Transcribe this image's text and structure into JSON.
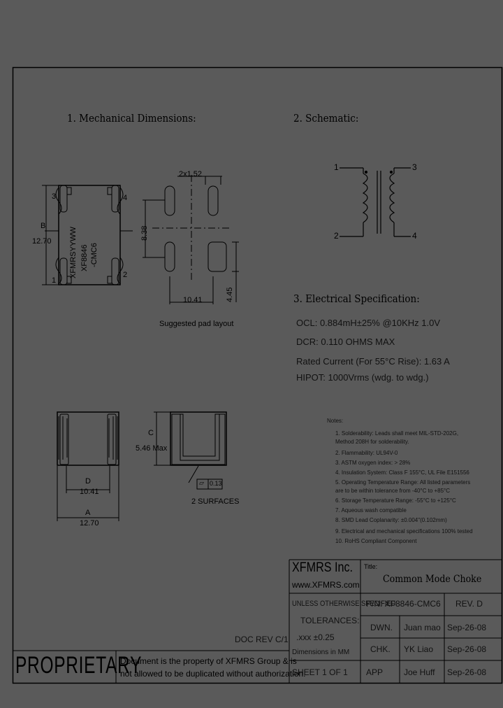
{
  "sections": {
    "mechanical": "1. Mechanical Dimensions:",
    "schematic": "2. Schematic:",
    "electrical": "3. Electrical Specification:"
  },
  "drawing": {
    "part_mark_line1": "XFMRSYYWW",
    "part_mark_line2": "XF8846",
    "part_mark_line3": "-CMC6",
    "dim_b_letter": "B",
    "dim_b_value": "12.70",
    "pin_1": "1",
    "pin_2": "2",
    "pin_3": "3",
    "pin_4": "4",
    "pad_pitch": "2x1.52",
    "pad_row_gap": "8.38",
    "pad_span": "10.41",
    "pad_height": "4.45",
    "pad_caption": "Suggested pad layout",
    "dim_d_letter": "D",
    "dim_d_value": "10.41",
    "dim_a_letter": "A",
    "dim_a_value": "12.70",
    "dim_c_letter": "C",
    "dim_c_value": "5.46 Max",
    "flatness_value": "0.13",
    "flatness_caption": "2 SURFACES"
  },
  "schematic": {
    "pin_1": "1",
    "pin_2": "2",
    "pin_3": "3",
    "pin_4": "4"
  },
  "electrical": [
    "OCL: 0.884mH±25% @10KHz 1.0V",
    "DCR: 0.110 OHMS MAX",
    "Rated Current (For 55°C Rise): 1.63 A",
    "HIPOT: 1000Vrms (wdg. to wdg.)"
  ],
  "notes_title": "Notes:",
  "notes": [
    "1. Solderability: Leads shall meet MIL-STD-202G,",
    "    Method 208H for solderability.",
    "2. Flammability: UL94V-0",
    "3. ASTM oxygen index: > 28%",
    "4. Insulation System: Class F 155°C, UL File E151556",
    "5. Operating Temperature Range: All listed parameters",
    "    are to be within tolerance from -40°C to +85°C",
    "6. Storage Temperature Range: -55°C to +125°C",
    "7. Aqueous wash compatible",
    "8. SMD Lead Coplanarity: ±0.004\"(0.102mm)",
    "9. Electrical and mechanical specifications 100% tested",
    "10. RoHS Compliant Component"
  ],
  "title_block": {
    "company": "XFMRS Inc.",
    "website": "www.XFMRS.com",
    "title_label": "Title:",
    "title": "Common Mode Choke",
    "unless": "UNLESS OTHERWISE SPECIFIED",
    "tolerances": "TOLERANCES:",
    "tolerance_value": ".xxx ±0.25",
    "dimensions_unit": "Dimensions in MM",
    "doc_rev": "DOC REV C/1",
    "pn": "P/N: XF8846-CMC6",
    "rev": "REV. D",
    "dwn_label": "DWN.",
    "dwn_name": "Juan mao",
    "dwn_date": "Sep-26-08",
    "chk_label": "CHK.",
    "chk_name": "YK Liao",
    "chk_date": "Sep-26-08",
    "app_label": "APP",
    "app_name": "Joe Huff",
    "app_date": "Sep-26-08",
    "sheet": "SHEET 1 OF 1",
    "proprietary": "PROPRIETARY",
    "notice_line1": "Document is the property of XFMRS Group & is",
    "notice_line2": "not allowed to be duplicated without authorization."
  }
}
